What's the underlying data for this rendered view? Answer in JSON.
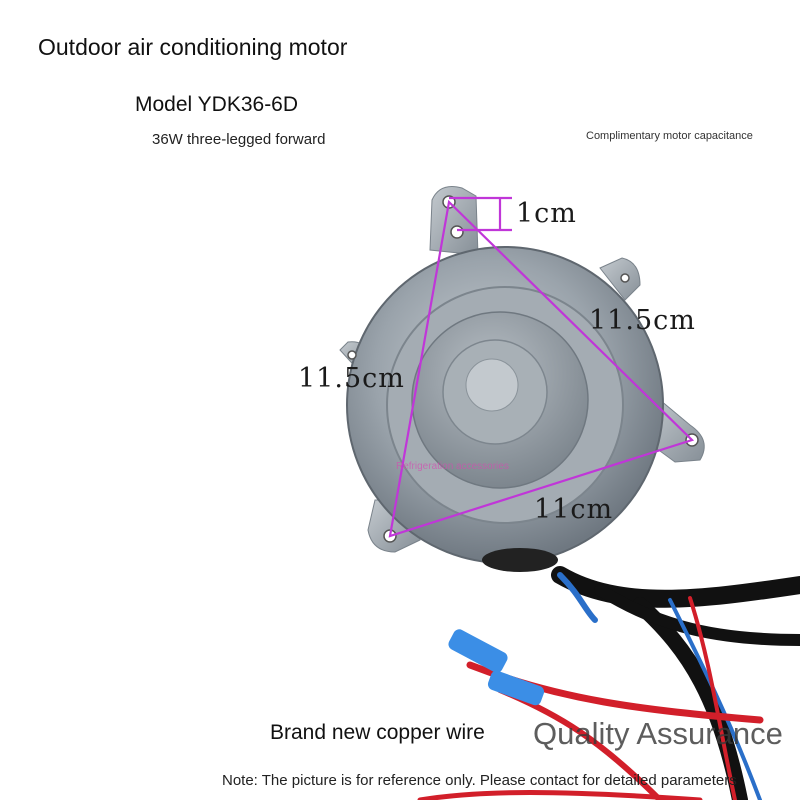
{
  "title": "Outdoor air conditioning motor",
  "model": "Model YDK36-6D",
  "subtitle": "36W three-legged forward",
  "capacitance_note": "Complimentary motor capacitance",
  "dimensions": {
    "hole_gap": "1cm",
    "right_side": "11.5cm",
    "left_side": "11.5cm",
    "bottom_side": "11cm"
  },
  "watermark": "Refrigeration accessories",
  "copper_wire": "Brand new copper wire",
  "quality": "Quality Assurance",
  "note": "Note: The picture is for reference only. Please contact for detailed parameters",
  "colors": {
    "measure_line": "#c036d8",
    "motor_body": "#9aa3ab",
    "wire_blue": "#2a6fc9",
    "wire_red": "#d21f2a",
    "wire_black": "#111111"
  }
}
